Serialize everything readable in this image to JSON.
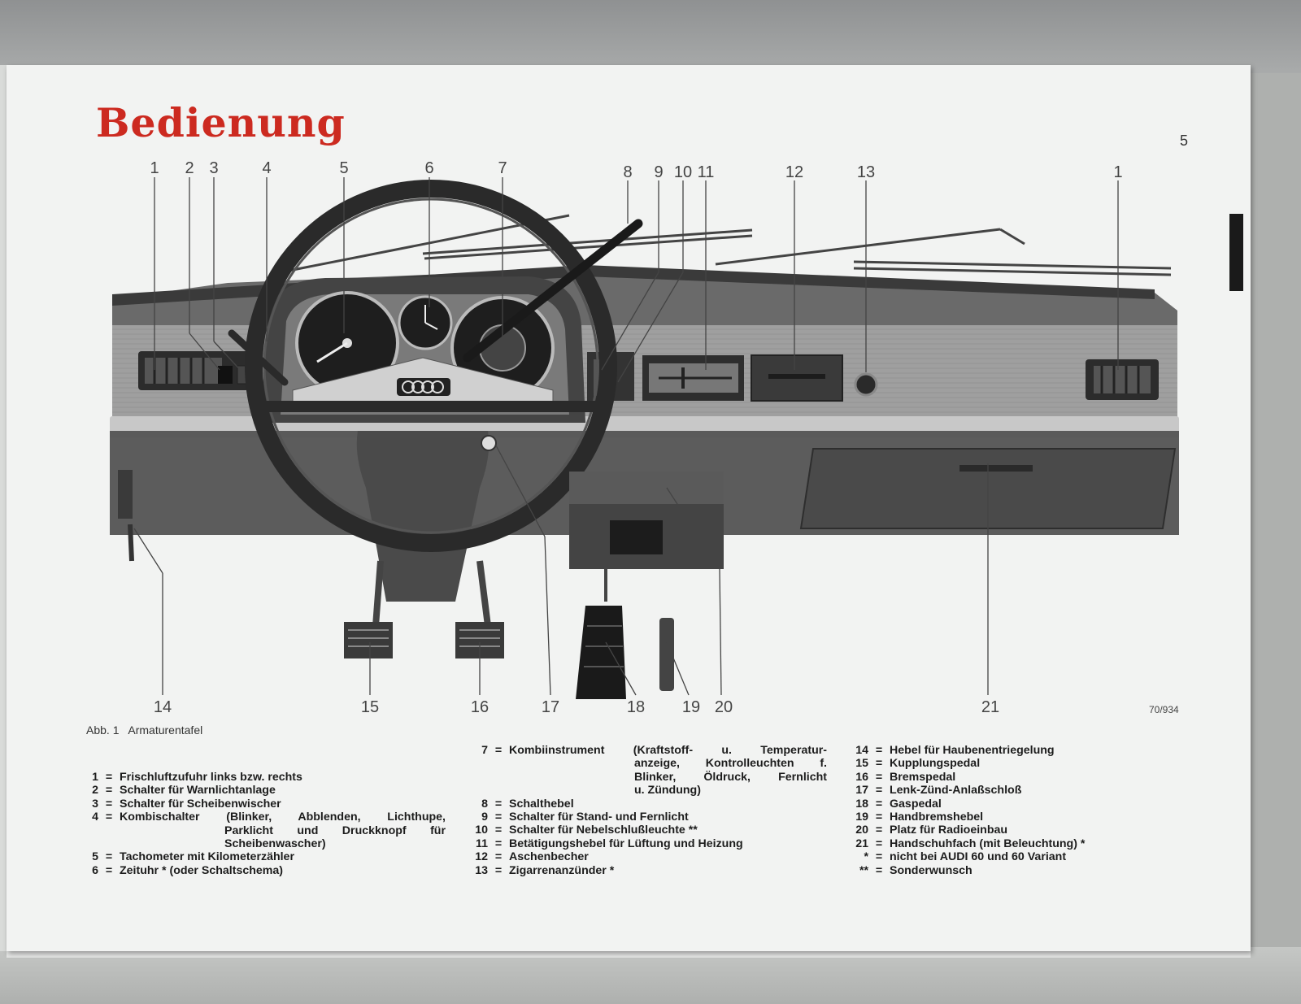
{
  "title": "Bedienung",
  "page_number": "5",
  "figure_code": "70/934",
  "caption": {
    "label": "Abb. 1",
    "text": "Armaturentafel"
  },
  "callouts": [
    "1",
    "2",
    "3",
    "4",
    "5",
    "6",
    "7",
    "8",
    "9",
    "10",
    "11",
    "12",
    "13",
    "1",
    "14",
    "15",
    "16",
    "17",
    "18",
    "19",
    "20",
    "21"
  ],
  "legend_left": [
    {
      "n": "1",
      "t": "Frischluftzufuhr links bzw. rechts"
    },
    {
      "n": "2",
      "t": "Schalter für Warnlichtanlage"
    },
    {
      "n": "3",
      "t": "Schalter für Scheibenwischer"
    },
    {
      "n": "4",
      "t": "Kombischalter (Blinker, Abblenden, Lichthupe,"
    },
    {
      "n": "",
      "t": "Parklicht und Druckknopf für"
    },
    {
      "n": "",
      "t": "Scheibenwascher)"
    },
    {
      "n": "5",
      "t": "Tachometer mit Kilometerzähler"
    },
    {
      "n": "6",
      "t": "Zeituhr * (oder Schaltschema)"
    }
  ],
  "legend_middle": [
    {
      "n": "7",
      "t": "Kombiinstrument (Kraftstoff- u. Temperatur-"
    },
    {
      "n": "",
      "t": "anzeige, Kontrolleuchten f."
    },
    {
      "n": "",
      "t": "Blinker, Öldruck, Fernlicht"
    },
    {
      "n": "",
      "t": "u. Zündung)"
    },
    {
      "n": "8",
      "t": "Schalthebel"
    },
    {
      "n": "9",
      "t": "Schalter für Stand- und Fernlicht"
    },
    {
      "n": "10",
      "t": "Schalter für Nebelschlußleuchte **"
    },
    {
      "n": "11",
      "t": "Betätigungshebel für Lüftung und Heizung"
    },
    {
      "n": "12",
      "t": "Aschenbecher"
    },
    {
      "n": "13",
      "t": "Zigarrenanzünder *"
    }
  ],
  "legend_right": [
    {
      "n": "14",
      "t": "Hebel für Haubenentriegelung"
    },
    {
      "n": "15",
      "t": "Kupplungspedal"
    },
    {
      "n": "16",
      "t": "Bremspedal"
    },
    {
      "n": "17",
      "t": "Lenk-Zünd-Anlaßschloß"
    },
    {
      "n": "18",
      "t": "Gaspedal"
    },
    {
      "n": "19",
      "t": "Handbremshebel"
    },
    {
      "n": "20",
      "t": "Platz für Radioeinbau"
    },
    {
      "n": "21",
      "t": "Handschuhfach (mit Beleuchtung) *"
    },
    {
      "n": "*",
      "t": "nicht bei AUDI 60 und 60 Variant"
    },
    {
      "n": "**",
      "t": "Sonderwunsch"
    }
  ]
}
